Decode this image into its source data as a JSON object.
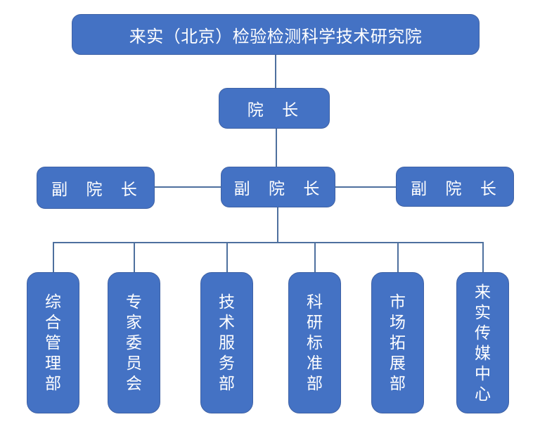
{
  "org_chart": {
    "root": {
      "label": "来实（北京）检验检测科学技术研究院"
    },
    "president": {
      "label": "院 长"
    },
    "vice_presidents": [
      {
        "label": "副 院 长"
      },
      {
        "label": "副 院 长"
      },
      {
        "label": "副 院 长"
      }
    ],
    "departments": [
      {
        "label": "综合管理部"
      },
      {
        "label": "专家委员会"
      },
      {
        "label": "技术服务部"
      },
      {
        "label": "科研标准部"
      },
      {
        "label": "市场拓展部"
      },
      {
        "label": "来实传媒中心"
      }
    ]
  },
  "colors": {
    "box_fill": "#4472C4",
    "box_border": "#3F62A5",
    "connector": "#4E709E",
    "text": "#FFFFFF",
    "background": "#FFFFFF"
  }
}
